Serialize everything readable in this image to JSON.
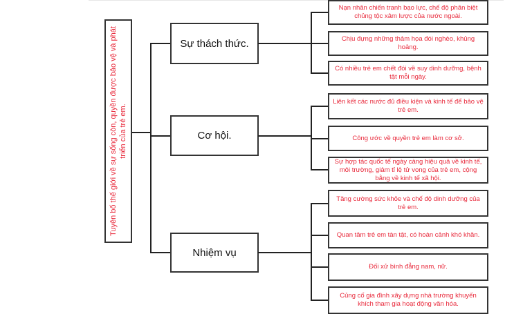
{
  "root": "Tuyên bố thế giới về sự sống còn, quyền được bảo vệ và phát triển của trẻ em.",
  "branches": [
    {
      "label": "Sự thách thức.",
      "items": [
        "Nạn nhân chiến tranh bạo lực, chế độ phân biệt chủng tộc xâm lược của nước ngoài.",
        "Chịu đựng những thảm họa đói nghèo, khủng hoảng.",
        "Có nhiều trẻ em chết đói về suy dinh dưỡng, bệnh tật mỗi ngày."
      ]
    },
    {
      "label": "Cơ hội.",
      "items": [
        "Liên kết các nước đủ điều kiện và kinh tế để bảo vệ trẻ em.",
        "Công ước về quyền trẻ em làm cơ sở.",
        "Sự hợp tác quốc tế ngày càng hiệu quả về kinh tế, môi trường, giảm tỉ lệ tử vong của trẻ em, cộng bằng về kinh tế xã hội."
      ]
    },
    {
      "label": "Nhiệm vụ",
      "items": [
        "Tăng cường sức khỏe và chế độ dinh dưỡng của trẻ em.",
        "Quan tâm trẻ em tàn tật, có hoàn cảnh khó khăn.",
        "Đối xử bình đẳng nam, nữ.",
        "Củng cố gia đình xây dựng nhà trường khuyến khích tham gia hoạt động văn hóa."
      ]
    }
  ]
}
